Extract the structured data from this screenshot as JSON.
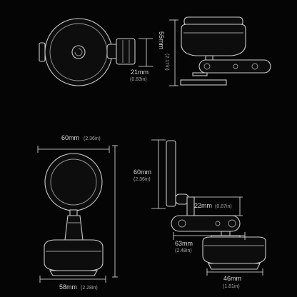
{
  "dimensions": {
    "top_left_height": {
      "value": "21mm",
      "sub": "(0.83in)"
    },
    "top_right_height": {
      "value": "55mm",
      "sub": "(2.17in)"
    },
    "bottom_left_width": {
      "value": "60mm",
      "sub": "(2.36in)"
    },
    "bottom_left_base": {
      "value": "58mm",
      "sub": "(2.28in)"
    },
    "side_height": {
      "value": "60mm",
      "sub": "(2.36in)"
    },
    "side_arm": {
      "value": "22mm",
      "sub": "(0.87in)"
    },
    "side_depth": {
      "value": "63mm",
      "sub": "(2.48in)"
    },
    "side_base": {
      "value": "46mm",
      "sub": "(1.81in)"
    }
  }
}
